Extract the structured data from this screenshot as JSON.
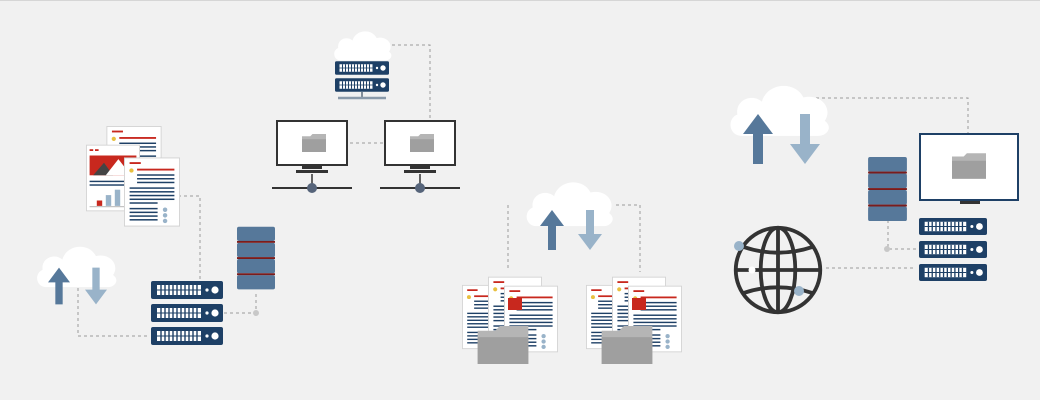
{
  "scene": {
    "background": "#f1f1f1",
    "colors": {
      "navy": "#1e4066",
      "slate": "#56789a",
      "light_blue": "#99b3c9",
      "red": "#c8281e",
      "dark": "#333333",
      "gray": "#b5b5b5",
      "cloud": "#ffffff",
      "connector": "#9a9a9a"
    },
    "groups": [
      {
        "name": "document-upload-group",
        "icons": [
          "document-icon",
          "cloud-icon",
          "upload-arrow-icon",
          "download-arrow-icon",
          "server-rack-icon",
          "database-icon"
        ]
      },
      {
        "name": "networked-computers-group",
        "icons": [
          "cloud-icon",
          "server-rack-icon",
          "monitor-icon",
          "folder-icon",
          "network-node-icon"
        ]
      },
      {
        "name": "file-sync-group",
        "icons": [
          "cloud-icon",
          "upload-arrow-icon",
          "download-arrow-icon",
          "document-icon",
          "folder-icon"
        ]
      },
      {
        "name": "global-network-group",
        "icons": [
          "cloud-icon",
          "upload-arrow-icon",
          "download-arrow-icon",
          "globe-icon",
          "database-icon",
          "server-rack-icon",
          "monitor-icon",
          "folder-icon"
        ]
      }
    ]
  }
}
